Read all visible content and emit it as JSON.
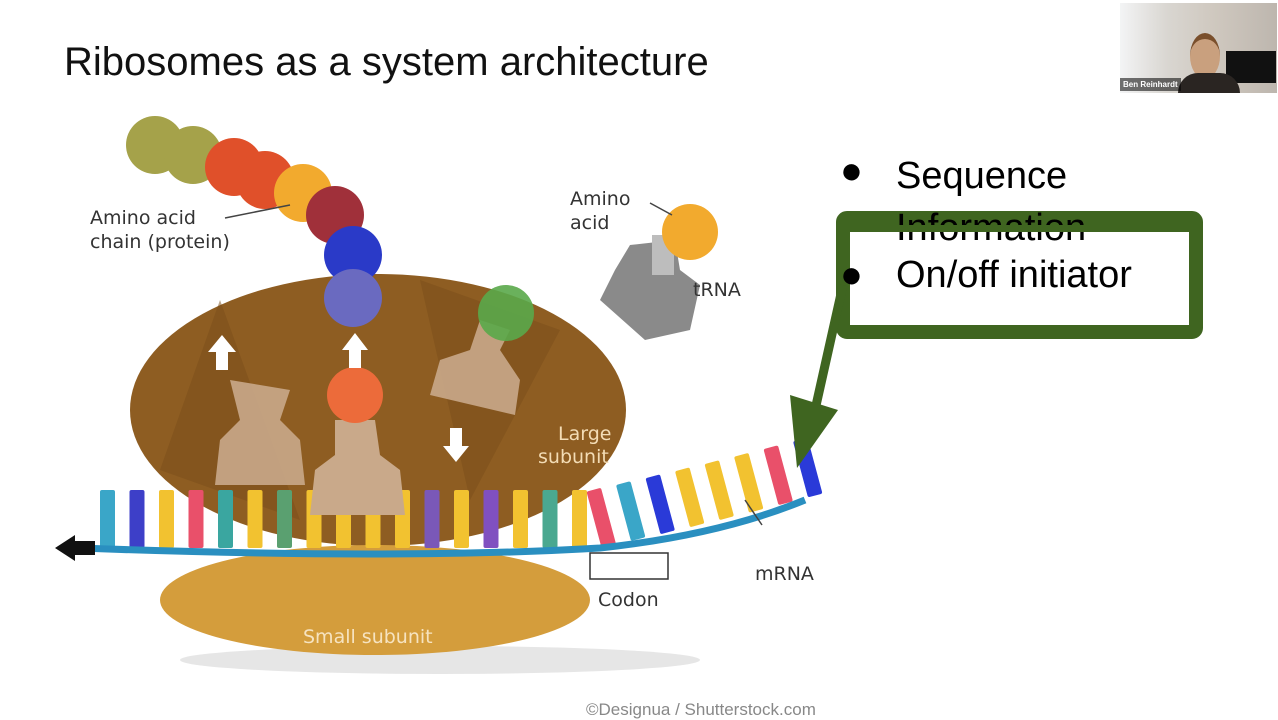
{
  "slide": {
    "title": "Ribosomes as a system architecture",
    "bullets": [
      "Sequence Information",
      "On/off initiator"
    ],
    "credit": "©Designua / Shutterstock.com"
  },
  "diagram": {
    "labels": {
      "amino_chain_1": "Amino acid",
      "amino_chain_2": "chain (protein)",
      "amino_1": "Amino",
      "amino_2": "acid",
      "trna": "tRNA",
      "large_1": "Large",
      "large_2": "subunit",
      "small": "Small subunit",
      "codon": "Codon",
      "mrna": "mRNA"
    }
  },
  "annotation": {
    "color": "#3f6520"
  },
  "webcam": {
    "participant_name": "Ben Reinhardt"
  }
}
